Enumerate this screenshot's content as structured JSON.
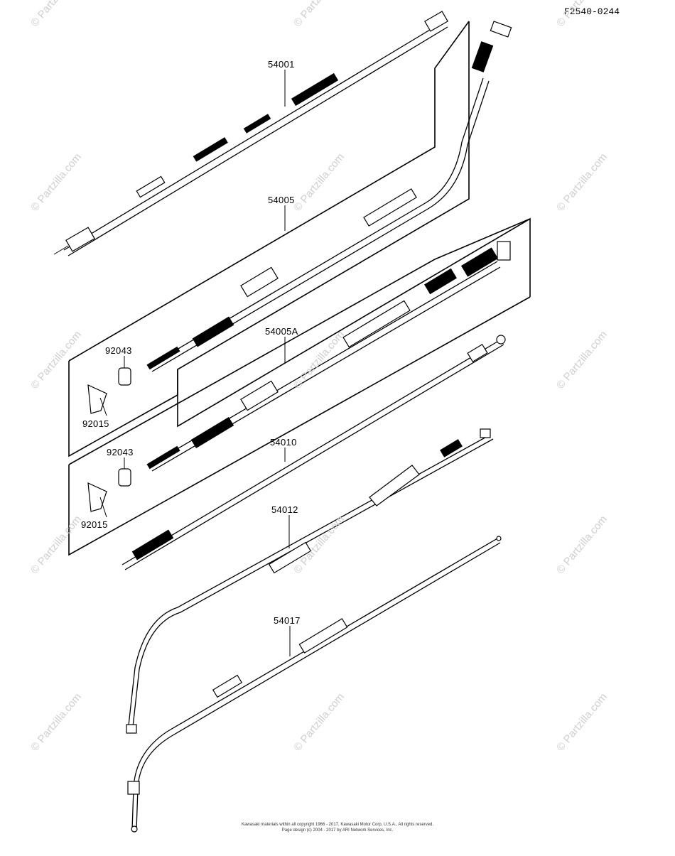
{
  "figure_code": "F2540-0244",
  "watermark": "© Partzilla.com",
  "parts": [
    {
      "ref": "54001"
    },
    {
      "ref": "54005"
    },
    {
      "ref": "54005A"
    },
    {
      "ref": "92043"
    },
    {
      "ref": "92015"
    },
    {
      "ref": "92043"
    },
    {
      "ref": "92015"
    },
    {
      "ref": "54010"
    },
    {
      "ref": "54012"
    },
    {
      "ref": "54017"
    }
  ],
  "footer": {
    "line1": "Kawasaki materials within all copyright 1966 - 2017, Kawasaki Motor Corp, U.S.A., All rights reserved.",
    "line2": "Page design (c) 2004 - 2017 by ARI Network Services, Inc."
  }
}
